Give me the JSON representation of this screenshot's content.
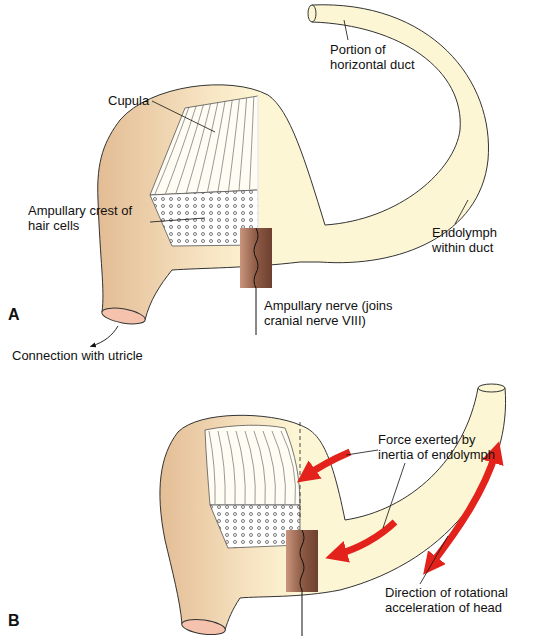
{
  "diagram": {
    "labels": [
      "Portion of horizontal duct",
      "Cupula",
      "Ampullary crest of hair cells",
      "Endolymph within duct",
      "Ampullary nerve (joins cranial nerve VIII)",
      "Connection with utricle",
      "A",
      "Force exerted by inertia of endolymph",
      "Direction of rotational acceleration of head",
      "B"
    ]
  }
}
